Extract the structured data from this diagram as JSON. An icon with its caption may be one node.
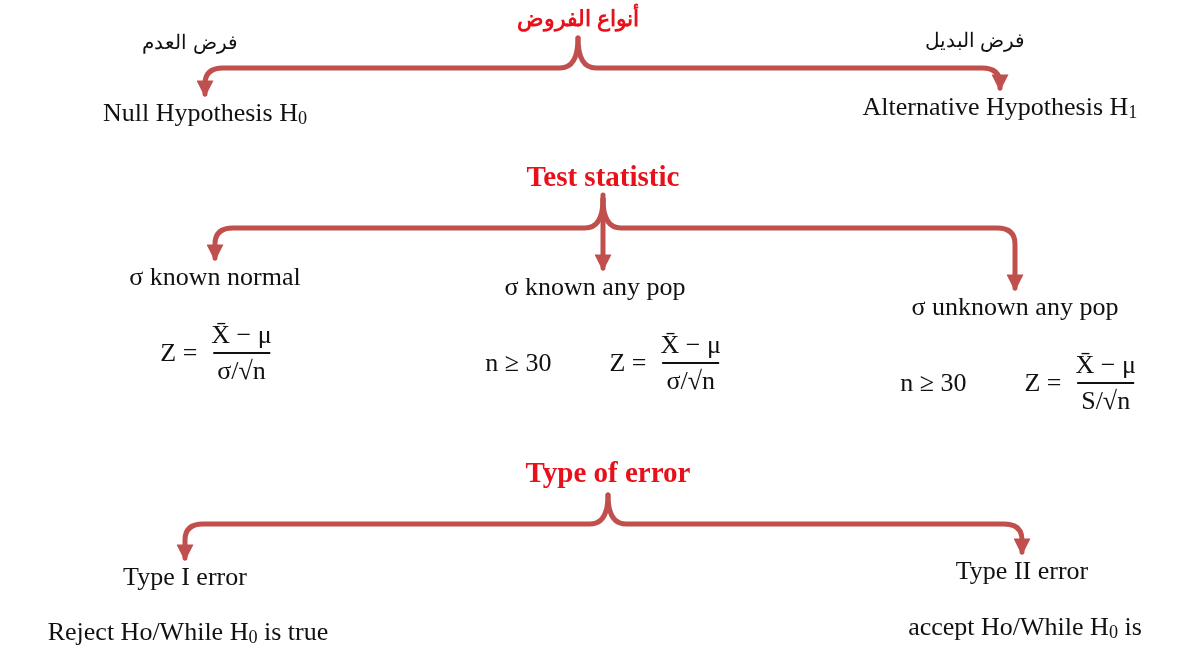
{
  "diagram": {
    "nodes": [
      {
        "text": [
          "أنواع الفروض"
        ]
      },
      {
        "text": [
          "Null Hypothesis H$_{0}$"
        ],
        "beside": [
          "فرض العدم"
        ]
      },
      {
        "text": [
          "Alternative Hypothesis H$_{1}$"
        ],
        "beside": [
          "فرض البديل"
        ]
      },
      {
        "text": [
          "Test statistic"
        ]
      },
      {
        "text": [
          "σ known normal"
        ],
        "beside": [
          "Z =",
          "X̄ − μ",
          "σ/√n"
        ]
      },
      {
        "text": [
          "σ known any pop"
        ],
        "beside": [
          "n ≥ 30",
          "Z =",
          "X̄ − μ",
          "σ/√n"
        ]
      },
      {
        "text": [
          "σ unknown any pop"
        ],
        "beside": [
          "n ≥ 30",
          "Z =",
          "X̄ − μ",
          "S/√n"
        ]
      },
      {
        "text": [
          "Type of error"
        ]
      },
      {
        "text": [
          "Type I error"
        ],
        "beside": [
          "Reject Ho/While H$_{0}$ is true"
        ]
      },
      {
        "text": [
          "Type II error"
        ],
        "beside": [
          "accept Ho/While H$_{0}$ is"
        ]
      }
    ],
    "edges": [
      {
        "from": 0,
        "to": 1,
        "arrow": "to"
      },
      {
        "from": 0,
        "to": 2,
        "arrow": "to"
      },
      {
        "from": 3,
        "to": 4,
        "arrow": "to"
      },
      {
        "from": 3,
        "to": 5,
        "arrow": "to"
      },
      {
        "from": 3,
        "to": 6,
        "arrow": "to"
      },
      {
        "from": 7,
        "to": 8,
        "arrow": "to"
      },
      {
        "from": 7,
        "to": 9,
        "arrow": "to"
      }
    ]
  }
}
